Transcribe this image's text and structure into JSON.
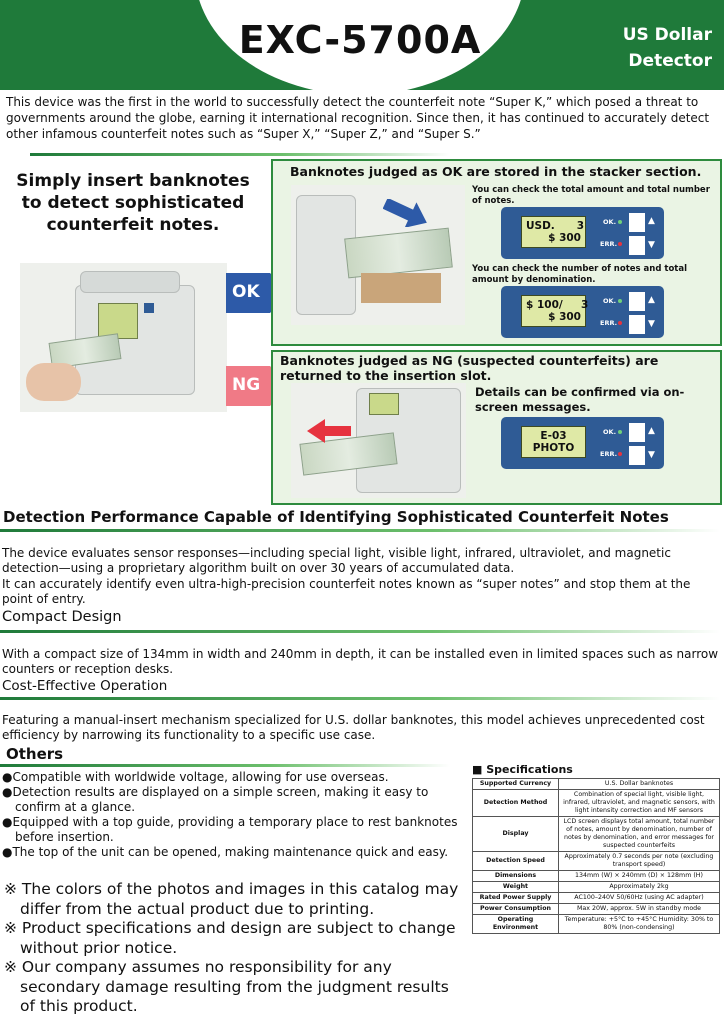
{
  "header": {
    "model": "EXC-5700A",
    "subtitle_line1": "US Dollar",
    "subtitle_line2": "Detector"
  },
  "intro": "This device was the first in the world to successfully detect the counterfeit note “Super K,” which posed a threat to governments around the globe, earning it international recognition. Since then, it has continued to accurately detect other infamous counterfeit notes such as “Super X,” “Super Z,” and “Super S.”",
  "hero": {
    "headline": "Simply insert banknotes to detect sophisticated counterfeit notes."
  },
  "ok": {
    "label": "OK",
    "panel_title": "Banknotes judged as OK are stored in the stacker section.",
    "note1": "You can check the total amount and total number of notes.",
    "lcd1_line1": "USD.      3",
    "lcd1_line2": "$ 300",
    "note2": "You can check the number of notes and total amount by denomination.",
    "lcd2_line1": "$ 100/     3",
    "lcd2_line2": "$ 300"
  },
  "ng": {
    "label": "NG",
    "panel_title": "Banknotes judged as NG (suspected counterfeits) are returned to the insertion slot.",
    "note": "Details can be confirmed via on-screen messages.",
    "lcd_line1": "E-03",
    "lcd_line2": "PHOTO"
  },
  "indicators": {
    "ok": "OK.",
    "err": "ERR."
  },
  "colors": {
    "brand_green": "#1f7a3a",
    "ok_blue": "#2d5aa8",
    "ng_pink": "#f07a86"
  },
  "sections": {
    "detection": {
      "title": "Detection Performance Capable of Identifying Sophisticated Counterfeit Notes",
      "p1": "The device evaluates sensor responses—including special light, visible light, infrared, ultraviolet, and magnetic detection—using a proprietary algorithm built on over 30 years of accumulated data.",
      "p2": "It can accurately identify even ultra-high-precision counterfeit notes known as “super notes” and stop them at the point of entry."
    },
    "compact": {
      "title": "Compact Design",
      "p1": "With a compact size of 134mm in width and 240mm in depth, it can be installed even in limited spaces such as narrow counters or reception desks."
    },
    "cost": {
      "title": "Cost-Effective Operation",
      "p1": "Featuring a manual-insert mechanism specialized for U.S. dollar banknotes, this model achieves unprecedented cost efficiency by narrowing its functionality to a specific use case."
    },
    "others": {
      "title": "Others",
      "items": [
        "●Compatible with worldwide voltage, allowing for use overseas.",
        "●Detection results are displayed on a simple screen, making it easy to confirm at a glance.",
        "●Equipped with a top guide, providing a temporary place to rest banknotes before insertion.",
        "●The top of the unit can be opened, making maintenance quick and easy."
      ]
    }
  },
  "notes": [
    "※ The colors of the photos and images in this catalog may differ from the actual product due to printing.",
    "※ Product specifications and design are subject to change without prior notice.",
    "※ Our company assumes no responsibility for any secondary damage resulting from the judgment results of this product."
  ],
  "specs": {
    "title": "■ Specifications",
    "rows": [
      {
        "k": "Supported Currency",
        "v": "U.S. Dollar banknotes"
      },
      {
        "k": "Detection Method",
        "v": "Combination of special light, visible light, infrared, ultraviolet, and magnetic sensors, with light intensity correction and MF sensors"
      },
      {
        "k": "Display",
        "v": "LCD screen displays total amount, total number of notes, amount by denomination, number of notes by denomination, and error messages for suspected counterfeits"
      },
      {
        "k": "Detection Speed",
        "v": "Approximately 0.7 seconds per note (excluding transport speed)"
      },
      {
        "k": "Dimensions",
        "v": "134mm (W) × 240mm (D) × 128mm (H)"
      },
      {
        "k": "Weight",
        "v": "Approximately 2kg"
      },
      {
        "k": "Rated Power Supply",
        "v": "AC100–240V 50/60Hz (using AC adapter)"
      },
      {
        "k": "Power Consumption",
        "v": "Max 20W, approx. 5W in standby mode"
      },
      {
        "k": "Operating Environment",
        "v": "Temperature: +5°C to +45°C Humidity: 30% to 80% (non-condensing)"
      }
    ]
  }
}
